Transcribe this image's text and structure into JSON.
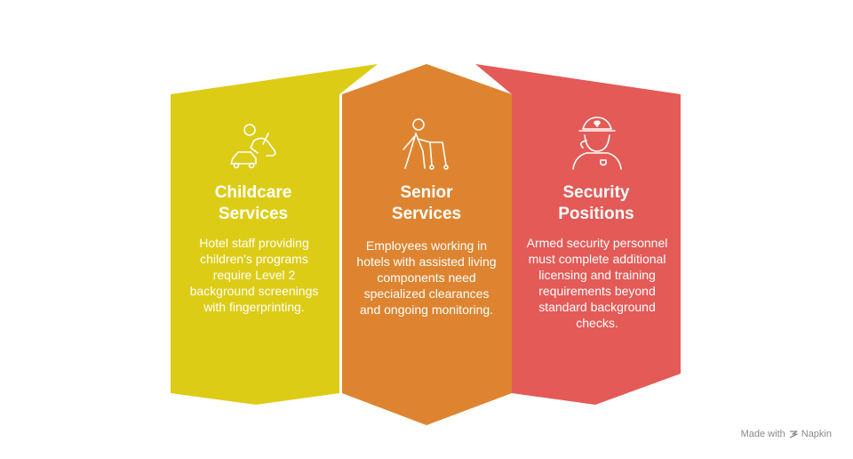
{
  "columns": [
    {
      "title_line1": "Childcare",
      "title_line2": "Services",
      "description": "Hotel staff providing children's programs require Level 2 background screenings with fingerprinting.",
      "icon": "child-playing-car-icon",
      "color": "#DDCC16"
    },
    {
      "title_line1": "Senior",
      "title_line2": "Services",
      "description": "Employees working in hotels with assisted living components need specialized clearances and ongoing monitoring.",
      "icon": "senior-walker-icon",
      "color": "#DE8430"
    },
    {
      "title_line1": "Security",
      "title_line2": "Positions",
      "description": "Armed security personnel must complete additional licensing and training requirements beyond standard background checks.",
      "icon": "security-officer-icon",
      "color": "#E35A57"
    }
  ],
  "footer": {
    "made_with": "Made with",
    "brand": "Napkin"
  }
}
